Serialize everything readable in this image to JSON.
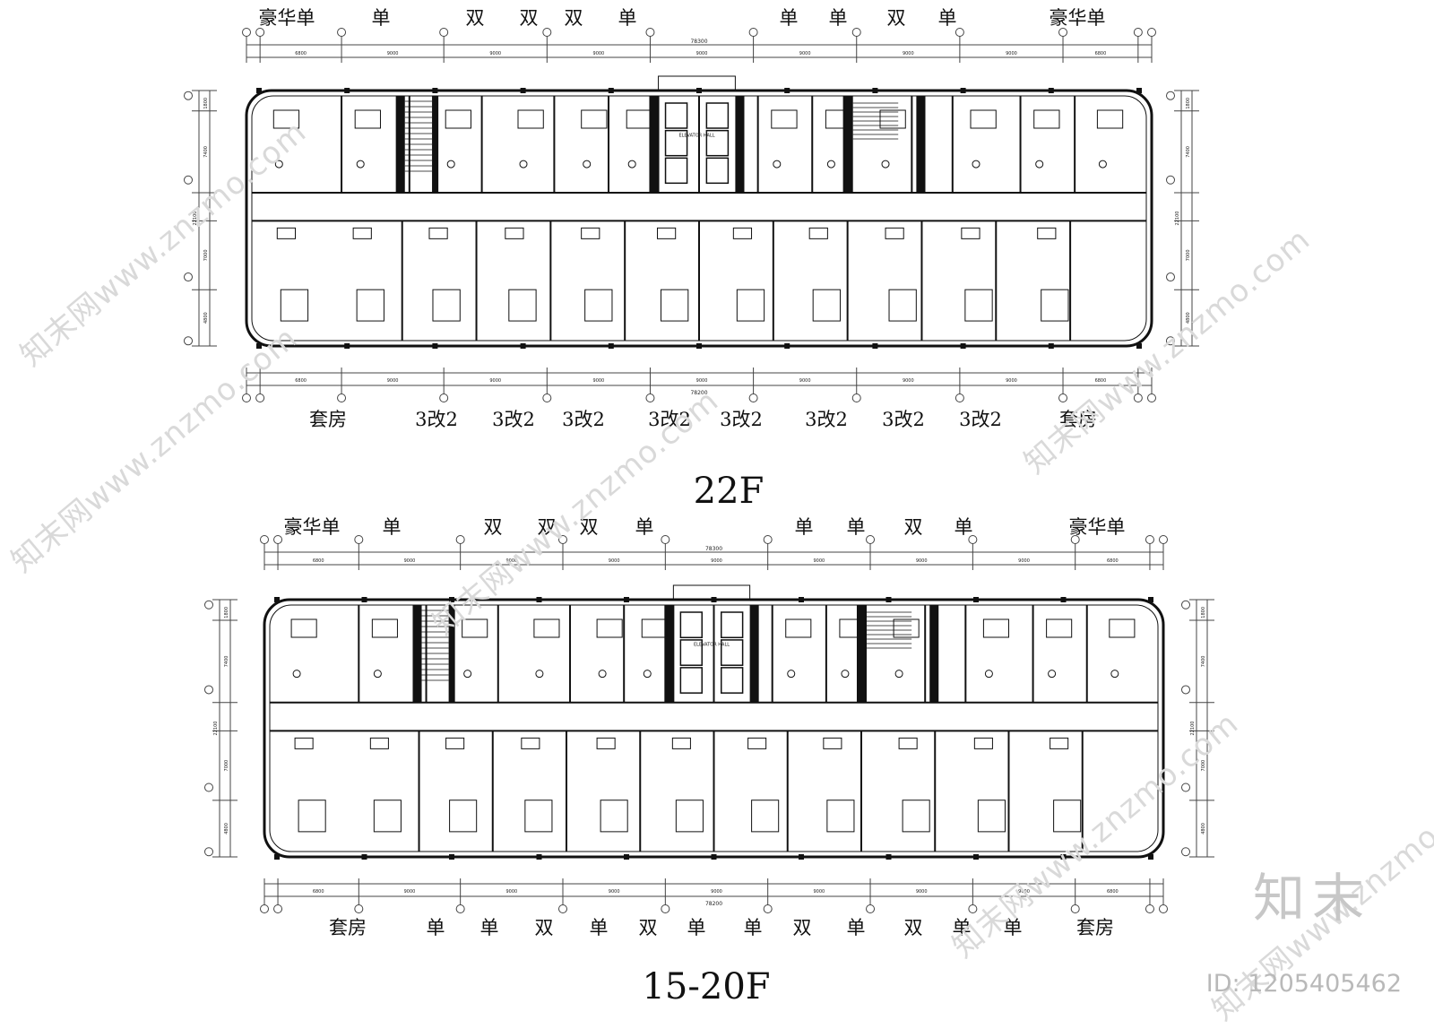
{
  "plan_22f": {
    "title": "22F",
    "top_labels": [
      "豪华单",
      "单",
      "双",
      "双",
      "双",
      "单",
      "单",
      "单",
      "双",
      "单",
      "豪华单"
    ],
    "bottom_labels": [
      "套房",
      "3改2",
      "3改2",
      "3改2",
      "3改2",
      "3改2",
      "3改2",
      "3改2",
      "3改2",
      "套房"
    ],
    "total_dim": "78300",
    "bottom_total_dim": "78200",
    "span_dims": [
      "6800",
      "9000",
      "9000",
      "9000",
      "9000",
      "9000",
      "9000",
      "9000",
      "6800"
    ],
    "side_dims": [
      "1800",
      "7400",
      "22100",
      "7000",
      "4800"
    ],
    "elevator_hall_text": "ELEVATOR HALL"
  },
  "plan_1520f": {
    "title": "15-20F",
    "top_labels": [
      "豪华单",
      "单",
      "双",
      "双",
      "双",
      "单",
      "单",
      "单",
      "双",
      "单",
      "豪华单"
    ],
    "bottom_labels": [
      "套房",
      "单",
      "单",
      "双",
      "单",
      "双",
      "单",
      "单",
      "双",
      "单",
      "双",
      "单",
      "单",
      "套房"
    ],
    "total_dim": "78300",
    "bottom_total_dim": "78200",
    "span_dims": [
      "6800",
      "9000",
      "9000",
      "9000",
      "9000",
      "9000",
      "9000",
      "9000",
      "6800"
    ],
    "side_dims": [
      "1800",
      "7400",
      "22100",
      "7000",
      "4800"
    ],
    "elevator_hall_text": "ELEVATOR HALL"
  },
  "watermark": {
    "text": "知末网www.znzmo.com",
    "brand": "知末",
    "id_text": "ID: 1205405462"
  },
  "colors": {
    "line": "#111111",
    "watermark": "#d9d9d9",
    "dim_line": "#444444"
  }
}
